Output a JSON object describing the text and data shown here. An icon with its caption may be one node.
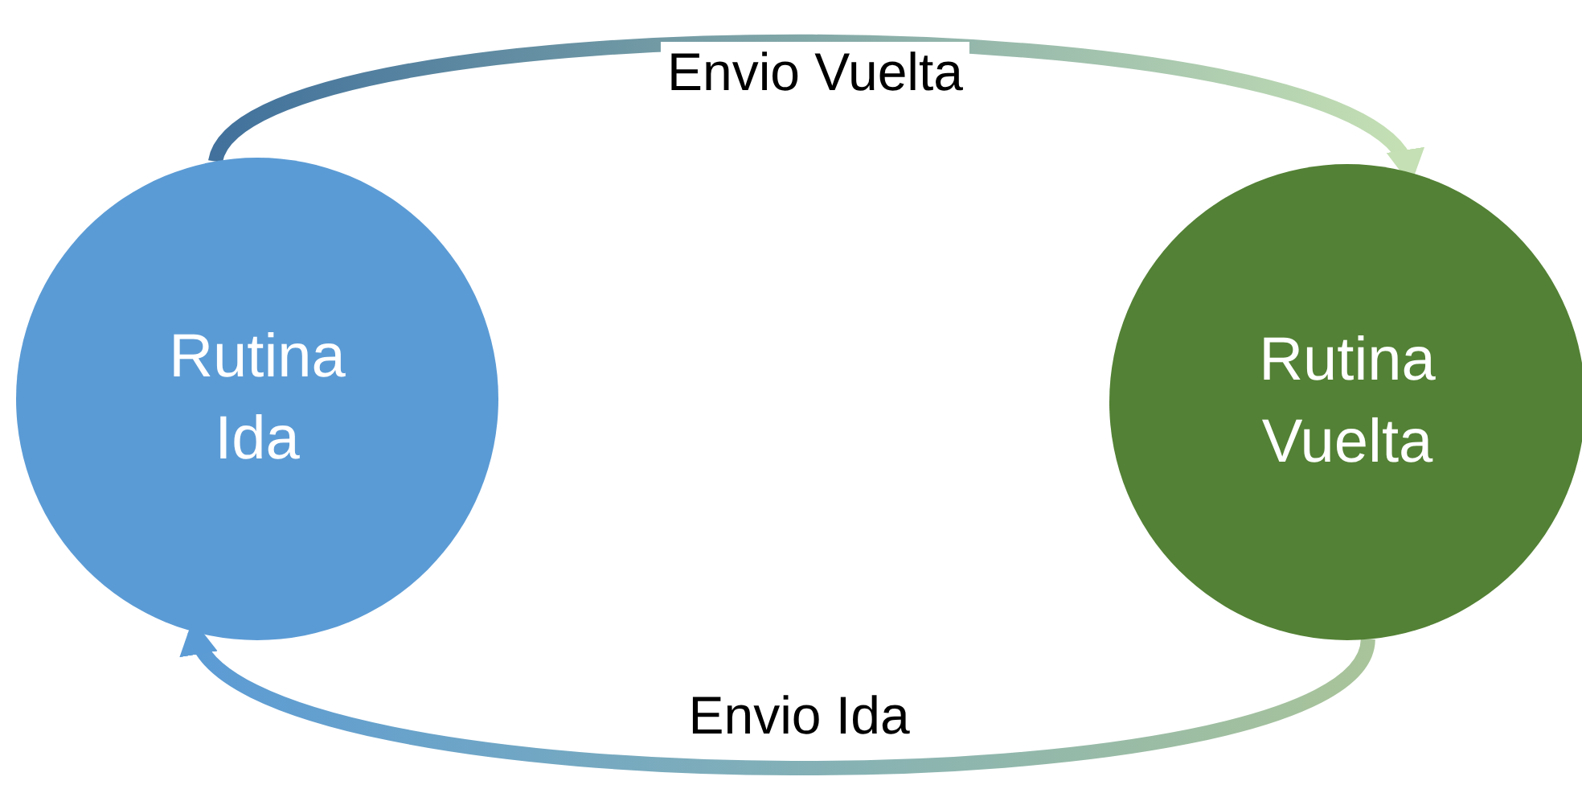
{
  "diagram": {
    "nodes": [
      {
        "text": [
          "Rutina Ida"
        ]
      },
      {
        "text": [
          "Rutina Vuelta"
        ]
      }
    ],
    "edges": [
      {
        "from": 0,
        "to": 1,
        "arrow": "to",
        "label": "Envio Vuelta"
      },
      {
        "from": 1,
        "to": 0,
        "arrow": "to",
        "label": "Envio Ida"
      }
    ]
  }
}
